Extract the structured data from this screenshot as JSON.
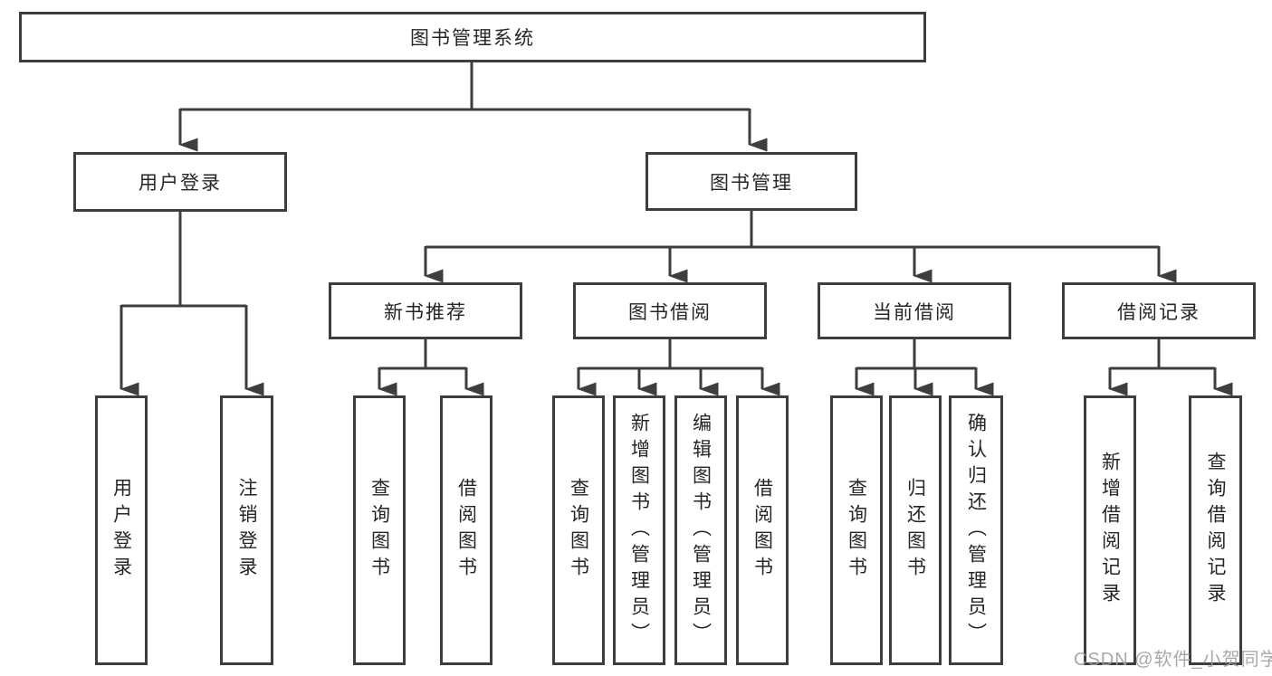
{
  "diagram_type": "tree-structure-chart",
  "root": {
    "label": "图书管理系统",
    "children": [
      {
        "label": "用户登录",
        "children": [
          {
            "label": "用户登录"
          },
          {
            "label": "注销登录"
          }
        ]
      },
      {
        "label": "图书管理",
        "children": [
          {
            "label": "新书推荐",
            "children": [
              {
                "label": "查询图书"
              },
              {
                "label": "借阅图书"
              }
            ]
          },
          {
            "label": "图书借阅",
            "children": [
              {
                "label": "查询图书"
              },
              {
                "label": "新增图书（管理员）"
              },
              {
                "label": "编辑图书（管理员）"
              },
              {
                "label": "借阅图书"
              }
            ]
          },
          {
            "label": "当前借阅",
            "children": [
              {
                "label": "查询图书"
              },
              {
                "label": "归还图书"
              },
              {
                "label": "确认归还（管理员）"
              }
            ]
          },
          {
            "label": "借阅记录",
            "children": [
              {
                "label": "新增借阅记录"
              },
              {
                "label": "查询借阅记录"
              }
            ]
          }
        ]
      }
    ]
  },
  "watermark": "CSDN @软件_小贺同学",
  "colors": {
    "line": "#3e3e3e",
    "box_border": "#3e3e3e",
    "text": "#262626",
    "background": "#ffffff",
    "watermark_text": "#9e9e9e"
  }
}
